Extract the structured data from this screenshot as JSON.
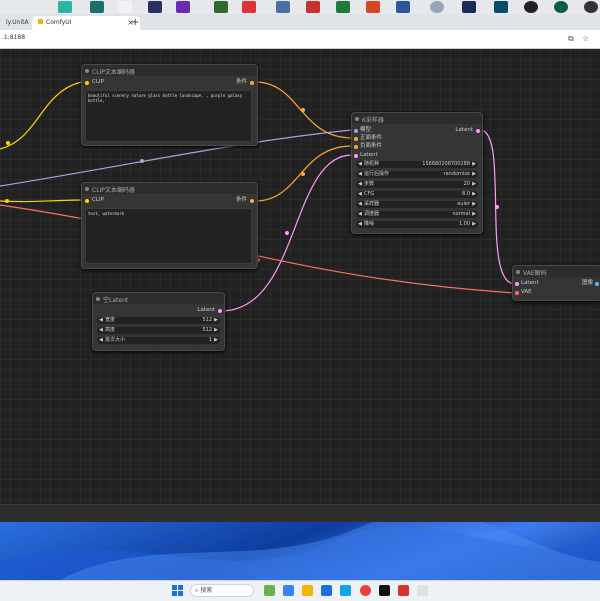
{
  "browser": {
    "tab_inactive": "ly.UnitA",
    "tab_active": "ComfyUI",
    "close": "×",
    "new_tab": "+",
    "url": ".1:8188"
  },
  "nodes": {
    "clip_pos": {
      "title": "CLIP文本编码器",
      "input": "CLIP",
      "output": "条件",
      "text": "beautiful scenery nature glass bottle landscape, , purple galaxy bottle,"
    },
    "clip_neg": {
      "title": "CLIP文本编码器",
      "input": "CLIP",
      "output": "条件",
      "text": "text, watermark"
    },
    "ksampler": {
      "title": "K采样器",
      "inputs": [
        "模型",
        "正面条件",
        "负面条件",
        "Latent"
      ],
      "output": "Latent",
      "widgets": [
        {
          "label": "随机种",
          "value": "156680208700288"
        },
        {
          "label": "运行后操作",
          "value": "randomize"
        },
        {
          "label": "步数",
          "value": "20"
        },
        {
          "label": "CFG",
          "value": "8.0"
        },
        {
          "label": "采样器",
          "value": "euler"
        },
        {
          "label": "调度器",
          "value": "normal"
        },
        {
          "label": "降噪",
          "value": "1.00"
        }
      ]
    },
    "vae_decode": {
      "title": "VAE解码",
      "inputs": [
        "Latent",
        "VAE"
      ],
      "output": "图像"
    },
    "empty_latent": {
      "title": "空Latent",
      "output": "Latent",
      "widgets": [
        {
          "label": "宽度",
          "value": "512"
        },
        {
          "label": "高度",
          "value": "512"
        },
        {
          "label": "批次大小",
          "value": "1"
        }
      ]
    }
  },
  "taskbar": {
    "search_label": "搜索"
  },
  "colors": {
    "clip": "#ffd500",
    "conditioning": "#ffa931",
    "model": "#b39ddb",
    "latent": "#ff9cf9",
    "vae": "#ff6e6e"
  }
}
